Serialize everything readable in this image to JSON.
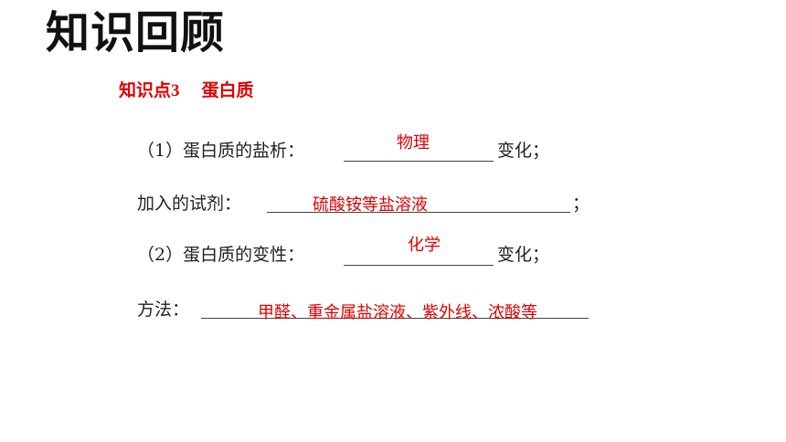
{
  "title": "知识回顾",
  "section": {
    "number_label": "知识点3",
    "topic": "蛋白质"
  },
  "items": [
    {
      "prefix": "（1）蛋白质的盐析：",
      "answer": "物理",
      "suffix": "变化；"
    },
    {
      "prefix": "加入的试剂：",
      "answer": "硫酸铵等盐溶液",
      "suffix": "；"
    },
    {
      "prefix": "（2）蛋白质的变性：",
      "answer": "化学",
      "suffix": "变化；"
    },
    {
      "prefix": "方法：",
      "answer": "甲醛、重金属盐溶液、紫外线、浓酸等",
      "suffix": ""
    }
  ],
  "colors": {
    "answer": "#e00000",
    "heading": "#111111",
    "text": "#222222"
  }
}
